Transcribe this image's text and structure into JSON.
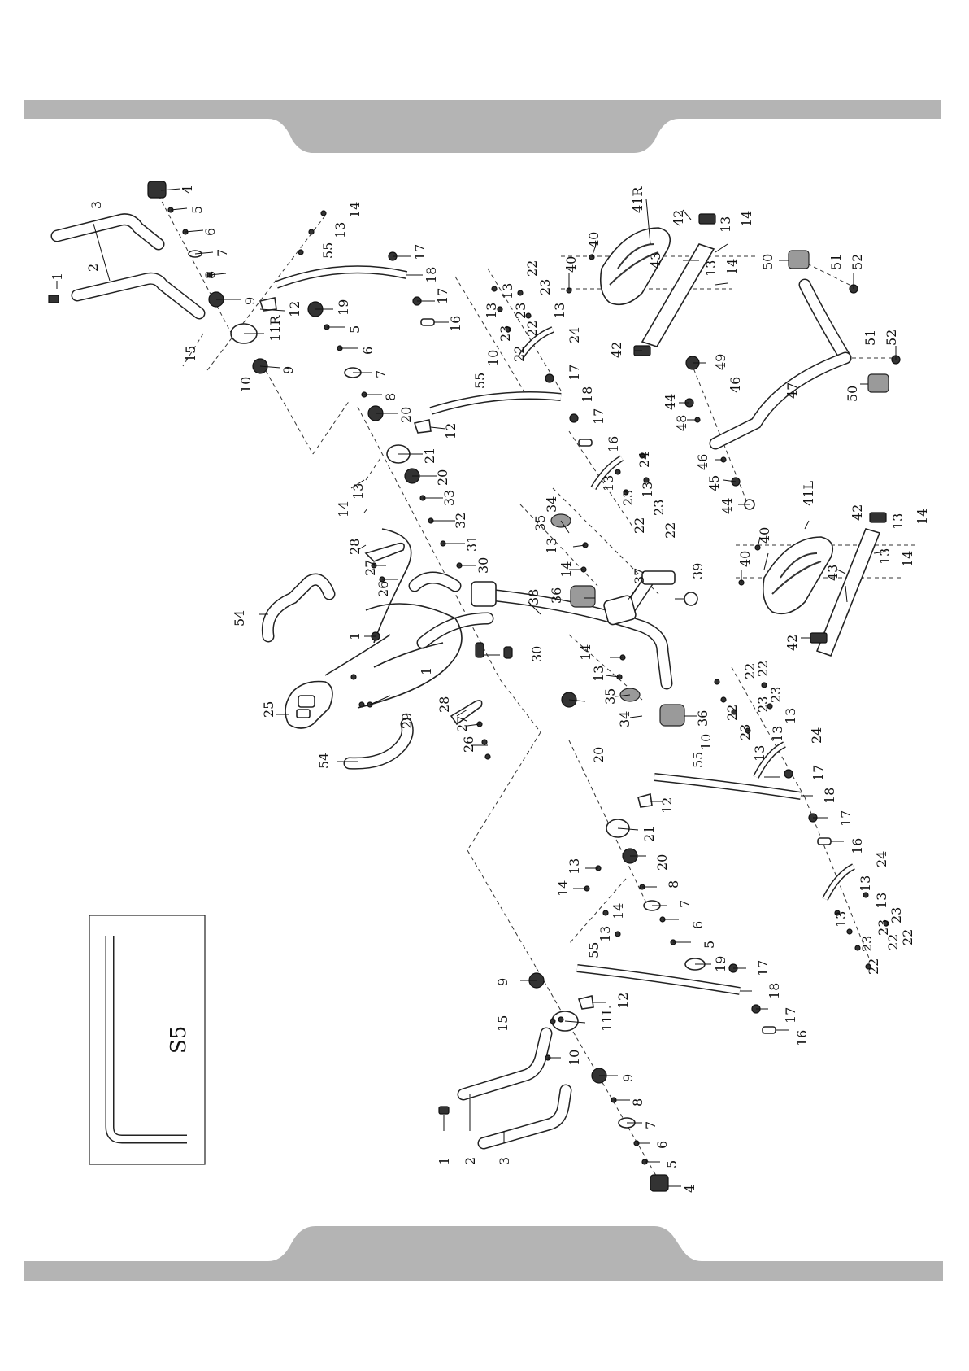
{
  "colors": {
    "band": "#b4b4b4",
    "line": "#222222",
    "background": "#ffffff"
  },
  "tool": {
    "label": "S5",
    "icon": "allen-key-icon"
  },
  "parts": {
    "p1a": "1",
    "p2a": "2",
    "p3a": "3",
    "p4a": "4",
    "p5a": "5",
    "p6a": "6",
    "p7a": "7",
    "p8a": "8",
    "p9a": "9",
    "p9b": "9",
    "p10a": "10",
    "p11r": "11R",
    "p12a": "12",
    "p13a": "13",
    "p14a": "14",
    "p15a": "15",
    "p55a": "55",
    "p17a": "17",
    "p18a": "18",
    "p17b": "17",
    "p16a": "16",
    "p19a": "19",
    "p5b": "5",
    "p6b": "6",
    "p7b": "7",
    "p8b": "8",
    "p20a": "20",
    "p12b": "12",
    "p21a": "21",
    "p20b": "20",
    "p33a": "33",
    "p32a": "32",
    "p31a": "31",
    "p30a": "30",
    "p13b": "13",
    "p14b": "14",
    "p28a": "28",
    "p27a": "27",
    "p26a": "26",
    "p54a": "54",
    "p1b": "1",
    "p1c": "1",
    "p25a": "25",
    "p29a": "29",
    "p28b": "28",
    "p27b": "27",
    "p26b": "26",
    "p54b": "54",
    "p22a": "22",
    "p13c": "13",
    "p23a": "23",
    "p13d": "13",
    "p23b": "23",
    "p22b": "22",
    "p13e": "13",
    "p23c": "23",
    "p22c": "22",
    "p10b": "10",
    "p55b": "55",
    "p24a": "24",
    "p17c": "17",
    "p18b": "18",
    "p17d": "17",
    "p16b": "16",
    "p24b": "24",
    "p13f": "13",
    "p13g": "13",
    "p23d": "23",
    "p23e": "23",
    "p22d": "22",
    "p22e": "22",
    "p34a": "34",
    "p35a": "35",
    "p13h": "13",
    "p14c": "14",
    "p36a": "36",
    "p37a": "37",
    "p38a": "38",
    "p39a": "39",
    "p30b": "30",
    "p14d": "14",
    "p13i": "13",
    "p35b": "35",
    "p34b": "34",
    "p36b": "36",
    "p40a": "40",
    "p40b": "40",
    "p41r": "41R",
    "p42a": "42",
    "p43a": "43",
    "p13j": "13",
    "p14e": "14",
    "p13k": "13",
    "p14f": "14",
    "p42b": "42",
    "p50a": "50",
    "p51a": "51",
    "p52a": "52",
    "p51b": "51",
    "p52b": "52",
    "p50b": "50",
    "p49a": "49",
    "p46a": "46",
    "p47a": "47",
    "p44a": "44",
    "p48a": "48",
    "p46b": "46",
    "p45a": "45",
    "p44b": "44",
    "p41l": "41L",
    "p40c": "40",
    "p40d": "40",
    "p42c": "42",
    "p13l": "13",
    "p14g": "14",
    "p13m": "13",
    "p14h": "14",
    "p43b": "43",
    "p42d": "42",
    "p22f": "22",
    "p22g": "22",
    "p22h": "22",
    "p23f": "23",
    "p13n": "13",
    "p13o": "13",
    "p23g": "23",
    "p23h": "23",
    "p13p": "13",
    "p24c": "24",
    "p10c": "10",
    "p55c": "55",
    "p17e": "17",
    "p18c": "18",
    "p20c": "20",
    "p12c": "12",
    "p21b": "21",
    "p17f": "17",
    "p16c": "16",
    "p24d": "24",
    "p13q": "13",
    "p13r": "13",
    "p23i": "23",
    "p23j": "23",
    "p13s": "13",
    "p22i": "22",
    "p22j": "22",
    "p23k": "23",
    "p22k": "22",
    "p20d": "20",
    "p13t": "13",
    "p14i": "14",
    "p8c": "8",
    "p7c": "7",
    "p14j": "14",
    "p6c": "6",
    "p13u": "13",
    "p55d": "55",
    "p5c": "5",
    "p19b": "19",
    "p17g": "17",
    "p9c": "9",
    "p18d": "18",
    "p12d": "12",
    "p15b": "15",
    "p11l": "11L",
    "p17h": "17",
    "p10d": "10",
    "p16d": "16",
    "p9d": "9",
    "p8d": "8",
    "p7d": "7",
    "p1d": "1",
    "p2b": "2",
    "p3b": "3",
    "p6d": "6",
    "p5d": "5",
    "p4b": "4"
  }
}
